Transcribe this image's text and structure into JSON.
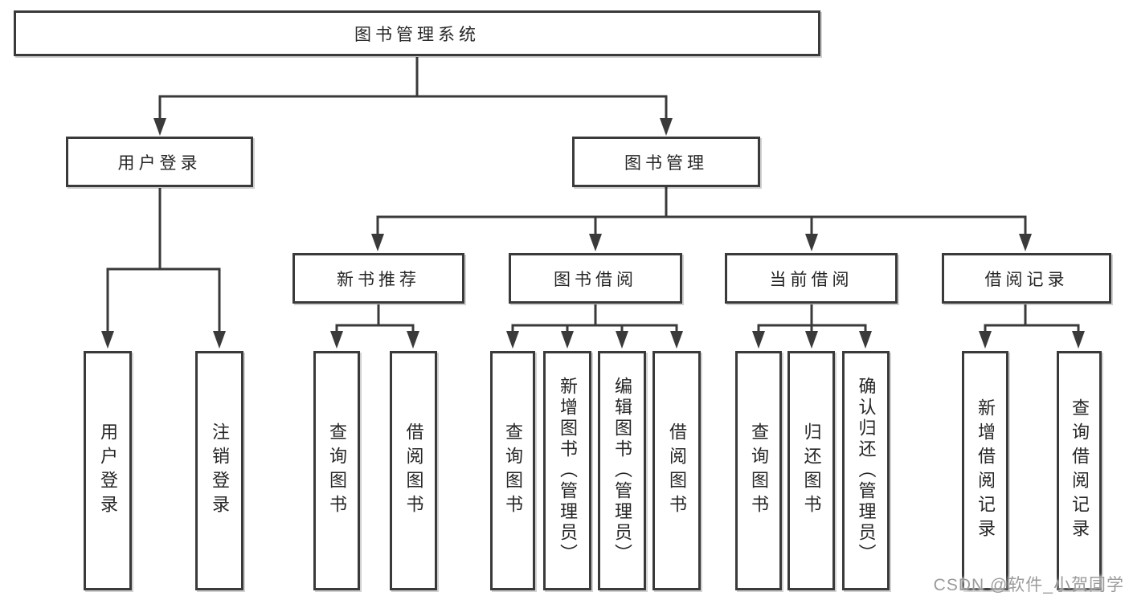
{
  "diagram": {
    "type": "hierarchy-tree",
    "tree": {
      "label": "图书管理系统",
      "children": [
        {
          "label": "用户登录",
          "children": [
            {
              "label": "用户登录"
            },
            {
              "label": "注销登录"
            }
          ]
        },
        {
          "label": "图书管理",
          "children": [
            {
              "label": "新书推荐",
              "children": [
                {
                  "label": "查询图书"
                },
                {
                  "label": "借阅图书"
                }
              ]
            },
            {
              "label": "图书借阅",
              "children": [
                {
                  "label": "查询图书"
                },
                {
                  "label": "新增图书（管理员）"
                },
                {
                  "label": "编辑图书（管理员）"
                },
                {
                  "label": "借阅图书"
                }
              ]
            },
            {
              "label": "当前借阅",
              "children": [
                {
                  "label": "查询图书"
                },
                {
                  "label": "归还图书"
                },
                {
                  "label": "确认归还（管理员）"
                }
              ]
            },
            {
              "label": "借阅记录",
              "children": [
                {
                  "label": "新增借阅记录"
                },
                {
                  "label": "查询借阅记录"
                }
              ]
            }
          ]
        }
      ]
    },
    "colors": {
      "line": "#3a3a3a",
      "box_border": "#3a3a3a",
      "box_fill": "#ffffff",
      "text": "#262626",
      "watermark": "#9b9b9b"
    }
  },
  "watermark": {
    "text": "CSDN @软件_小贺同学"
  }
}
